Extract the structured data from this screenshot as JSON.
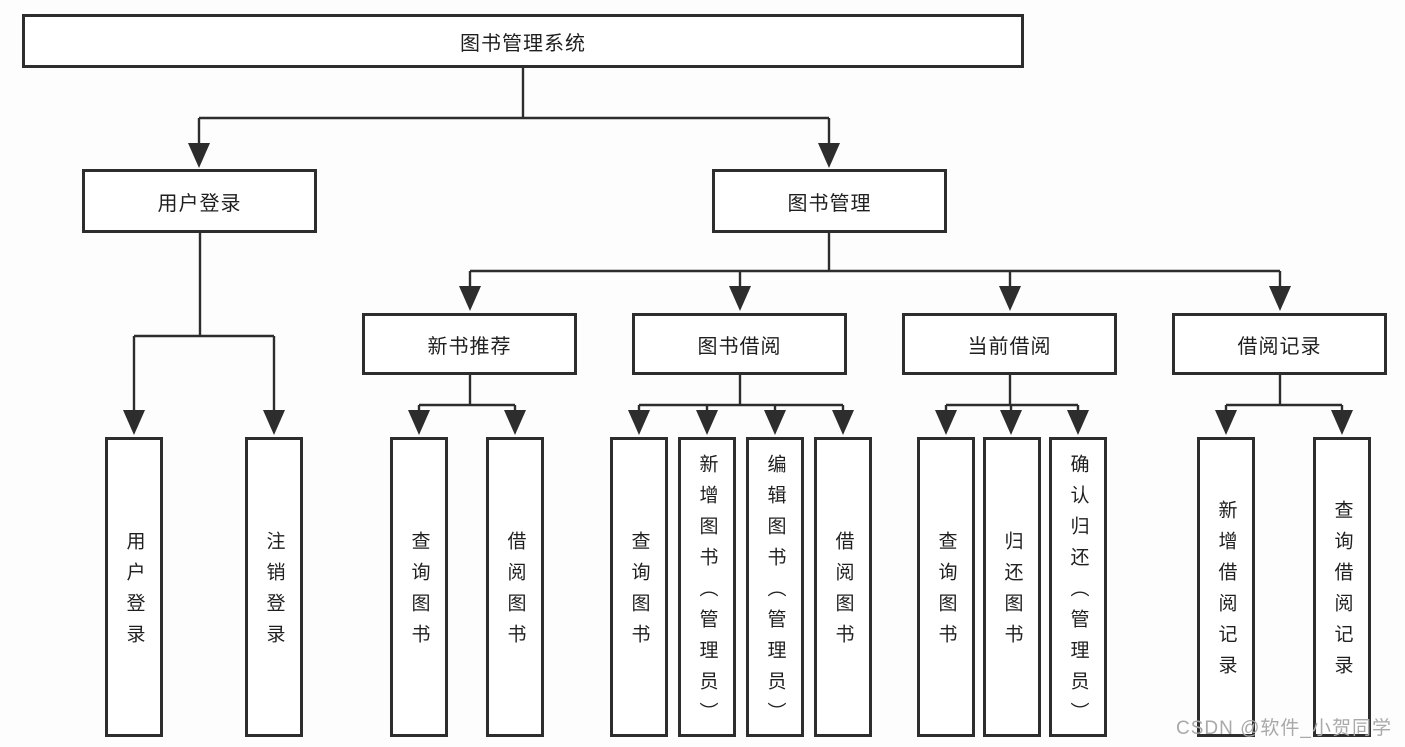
{
  "diagram": {
    "tree": {
      "root": {
        "label": "图书管理系统"
      },
      "branches": [
        {
          "label": "用户登录",
          "children": [
            {
              "label": "用户登录"
            },
            {
              "label": "注销登录"
            }
          ]
        },
        {
          "label": "图书管理",
          "children": [
            {
              "label": "新书推荐",
              "children": [
                {
                  "label": "查询图书"
                },
                {
                  "label": "借阅图书"
                }
              ]
            },
            {
              "label": "图书借阅",
              "children": [
                {
                  "label": "查询图书"
                },
                {
                  "label": "新增图书（管理员）"
                },
                {
                  "label": "编辑图书（管理员）"
                },
                {
                  "label": "借阅图书"
                }
              ]
            },
            {
              "label": "当前借阅",
              "children": [
                {
                  "label": "查询图书"
                },
                {
                  "label": "归还图书"
                },
                {
                  "label": "确认归还（管理员）"
                }
              ]
            },
            {
              "label": "借阅记录",
              "children": [
                {
                  "label": "新增借阅记录"
                },
                {
                  "label": "查询借阅记录"
                }
              ]
            }
          ]
        }
      ]
    },
    "watermark": "CSDN @软件_小贺同学",
    "colors": {
      "line": "#2d2d2d",
      "box_border": "#2d2d2d",
      "box_fill": "#ffffff",
      "text": "#1f1f1f",
      "watermark": "#a9a9a9",
      "background": "#fdfdfd"
    }
  }
}
